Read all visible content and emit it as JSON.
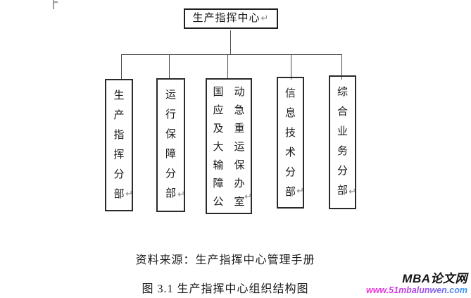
{
  "page": {
    "paragraph_mark": "↵"
  },
  "org_chart": {
    "root": {
      "label": "生产指挥中心",
      "return_mark": "↵"
    },
    "branches": [
      {
        "label": "生产指挥分部",
        "return_mark": "↵",
        "chars_per_row": 1
      },
      {
        "label": "运行保障分部",
        "return_mark": "↵",
        "chars_per_row": 1
      },
      {
        "label": "国动应急及重大运输保障办公室",
        "return_mark": "↵",
        "chars_per_row": 2
      },
      {
        "label": "信息技术分部",
        "return_mark": "↵",
        "chars_per_row": 1
      },
      {
        "label": "综合业务分部",
        "return_mark": "↵",
        "chars_per_row": 1
      }
    ]
  },
  "captions": {
    "source": "资料来源：生产指挥中心管理手册",
    "figure": "图 3.1 生产指挥中心组织结构图"
  },
  "watermark": {
    "site_name": "MBA论文网",
    "site_url": "www.51mbalunwen.com",
    "name_color": "#141414",
    "url_gradient_start": "#f62fd2",
    "url_gradient_end": "#2f9cf5"
  },
  "colors": {
    "box_border": "#222222",
    "connector": "#4a4a4a",
    "text": "#1a1a1a",
    "return_mark": "#8d8d8d"
  }
}
